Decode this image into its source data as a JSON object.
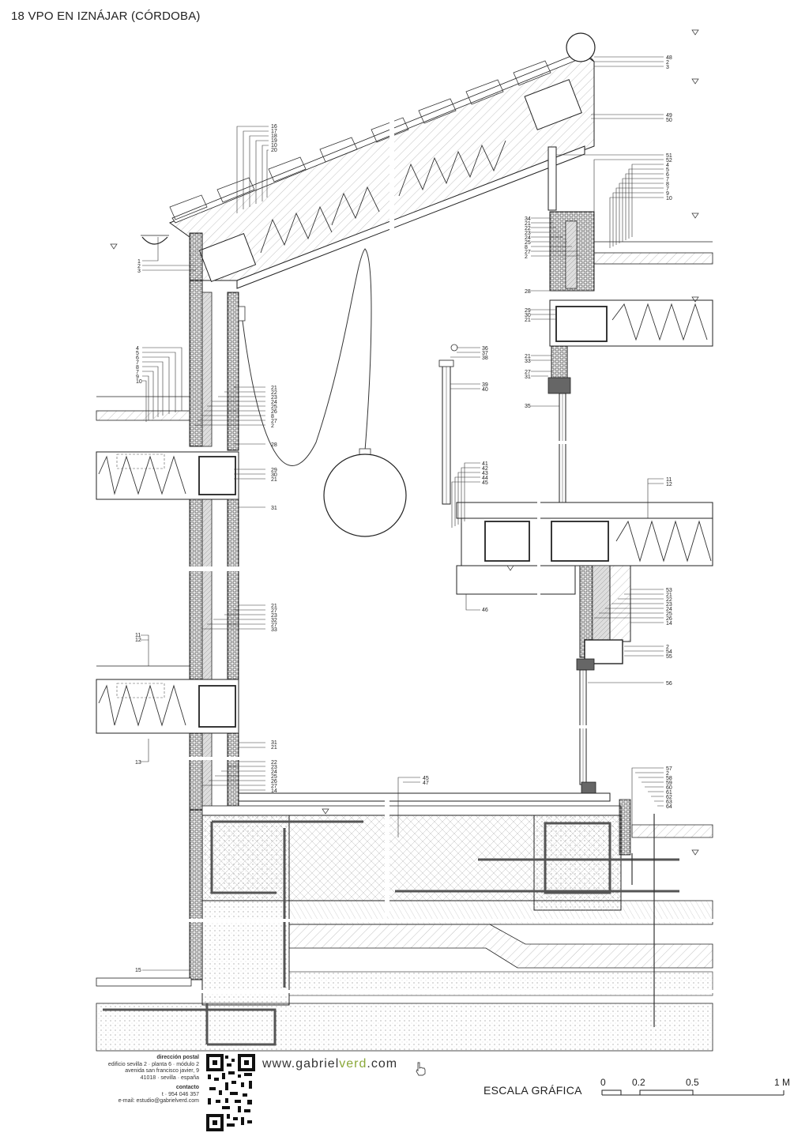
{
  "title": "18 VPO EN IZNÁJAR (CÓRDOBA)",
  "callouts": {
    "roof_right": [
      "48",
      "2",
      "3"
    ],
    "roof_right_b": [
      "49",
      "50"
    ],
    "roof_left": [
      "16",
      "17",
      "18",
      "19",
      "10",
      "20"
    ],
    "eave": [
      "1",
      "2",
      "3"
    ],
    "left_wall_a": [
      "4",
      "5",
      "6",
      "7",
      "8",
      "7",
      "9",
      "10"
    ],
    "left_wall_b": [
      "21",
      "22",
      "23",
      "24",
      "25",
      "26",
      "8",
      "27",
      "2"
    ],
    "left_wall_c": [
      "28"
    ],
    "left_slab": [
      "29",
      "30",
      "21"
    ],
    "left_31": [
      "31"
    ],
    "left_mid": [
      "21",
      "27",
      "23",
      "32",
      "27",
      "33"
    ],
    "left_11": [
      "11",
      "12"
    ],
    "left_13": [
      "13"
    ],
    "left_31b": [
      "31",
      "21"
    ],
    "left_low": [
      "22",
      "23",
      "24",
      "25",
      "26",
      "27",
      "14"
    ],
    "left_15": [
      "15"
    ],
    "window_top": [
      "36",
      "37",
      "38"
    ],
    "window_mid": [
      "39",
      "40"
    ],
    "window_low": [
      "41",
      "42",
      "43",
      "44",
      "45"
    ],
    "window_46": [
      "46"
    ],
    "right_top": [
      "51",
      "52",
      "4",
      "5",
      "6",
      "7",
      "8",
      "7",
      "9",
      "10"
    ],
    "right_parapet": [
      "34",
      "21",
      "22",
      "23",
      "24",
      "25",
      "8",
      "27",
      "2"
    ],
    "right_28": [
      "28"
    ],
    "right_slab": [
      "29",
      "30",
      "21"
    ],
    "right_21": [
      "21",
      "33"
    ],
    "right_27": [
      "27",
      "31"
    ],
    "right_35": [
      "35"
    ],
    "right_11": [
      "11",
      "12"
    ],
    "right_53": [
      "53",
      "21",
      "22",
      "23",
      "24",
      "25",
      "26",
      "14"
    ],
    "right_54": [
      "2",
      "54",
      "55"
    ],
    "right_56": [
      "56"
    ],
    "floor_45": [
      "45",
      "47"
    ],
    "right_57": [
      "57",
      "2",
      "58",
      "59",
      "60",
      "61",
      "62",
      "63",
      "64"
    ]
  },
  "footer": {
    "contact_label_postal": "dirección postal",
    "contact_lines": [
      "edificio sevilla 2 · planta 6 · módulo 2",
      "avenida san francisco javier, 9",
      "41018 · sevilla · españa"
    ],
    "contact_label": "contacto",
    "phone": "t · 954 046 357",
    "email": "e-mail: estudio@gabrielverd.com",
    "web_prefix": "www.gabriel",
    "web_accent": "verd",
    "web_suffix": ".com",
    "scale_title": "ESCALA GRÁFICA",
    "scale_ticks": [
      "0",
      "0.2",
      "0.5",
      "1 M"
    ]
  }
}
